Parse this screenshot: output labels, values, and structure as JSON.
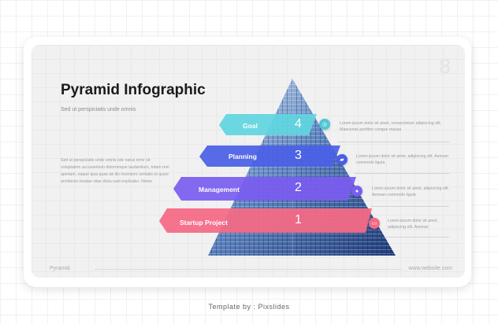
{
  "slide": {
    "number": "8",
    "title": "Pyramid Infographic",
    "subtitle": "Sed ut perspiciatis unde omnis",
    "body": "Sed ut perspiciatis unde omnis iste natus error sit voluptatem accusantium doloremque laudantium, totam rem aperiam, eaque ipsa quae ab illo inventore veritatis et quasi architecto beatae vitae dicta sunt explicabo. Nemo",
    "footer_left": "Pyramid",
    "footer_right": "www.website.com"
  },
  "tiers": [
    {
      "label": "Goal",
      "number": "4",
      "color": "#5fd6e0",
      "desc": "Lorem ipsum dolor sit amet, consectetuer adipiscing elit. Maecenas porttitor congue massa",
      "icon": "target-icon",
      "icon_color": "#4fc7d6"
    },
    {
      "label": "Planning",
      "number": "3",
      "color": "#4a5fe6",
      "desc": "Lorem ipsum dolor sit amet, adipiscing elit. Aenean commodo ligula",
      "icon": "folder-icon",
      "icon_color": "#4a5fe6"
    },
    {
      "label": "Management",
      "number": "2",
      "color": "#7a5cf0",
      "desc": "Lorem ipsum dolor sit amet, adipiscing elit. Aenean commodo ligula",
      "icon": "person-icon",
      "icon_color": "#7a5cf0"
    },
    {
      "label": "Startup Project",
      "number": "1",
      "color": "#f46a85",
      "desc": "Lorem ipsum dolor sit amet, adipiscing elit. Aenean",
      "icon": "presentation-icon",
      "icon_color": "#f46a85"
    }
  ],
  "credit": "Template by : Pixslides"
}
